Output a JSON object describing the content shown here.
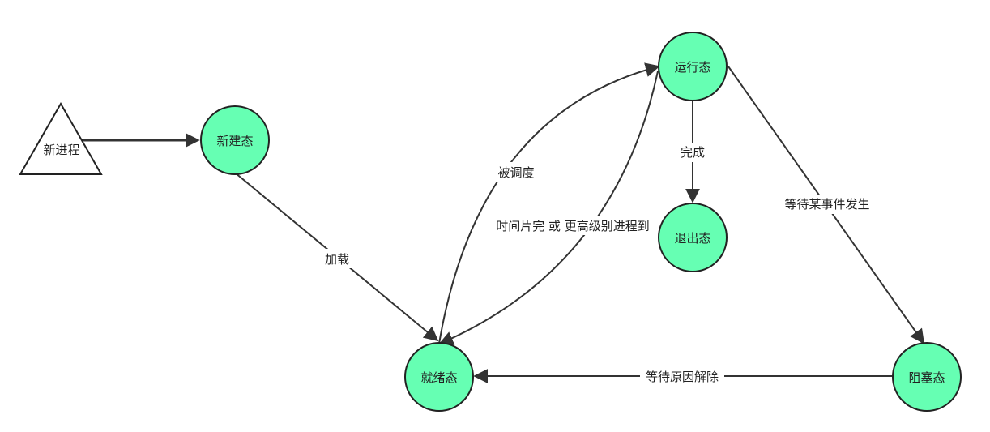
{
  "colors": {
    "node_fill": "#66ffb3",
    "node_stroke": "#222222",
    "edge": "#333333",
    "label_bg": "#ffffff"
  },
  "nodes": {
    "start": "新进程",
    "new": "新建态",
    "ready": "就绪态",
    "running": "运行态",
    "exit": "退出态",
    "blocked": "阻塞态"
  },
  "edges": {
    "start_to_new": "",
    "new_to_ready": "加载",
    "ready_to_running": "被调度",
    "running_to_ready": "时间片完 或 更高级别进程到",
    "running_to_exit": "完成",
    "running_to_blocked": "等待某事件发生",
    "blocked_to_ready": "等待原因解除"
  }
}
